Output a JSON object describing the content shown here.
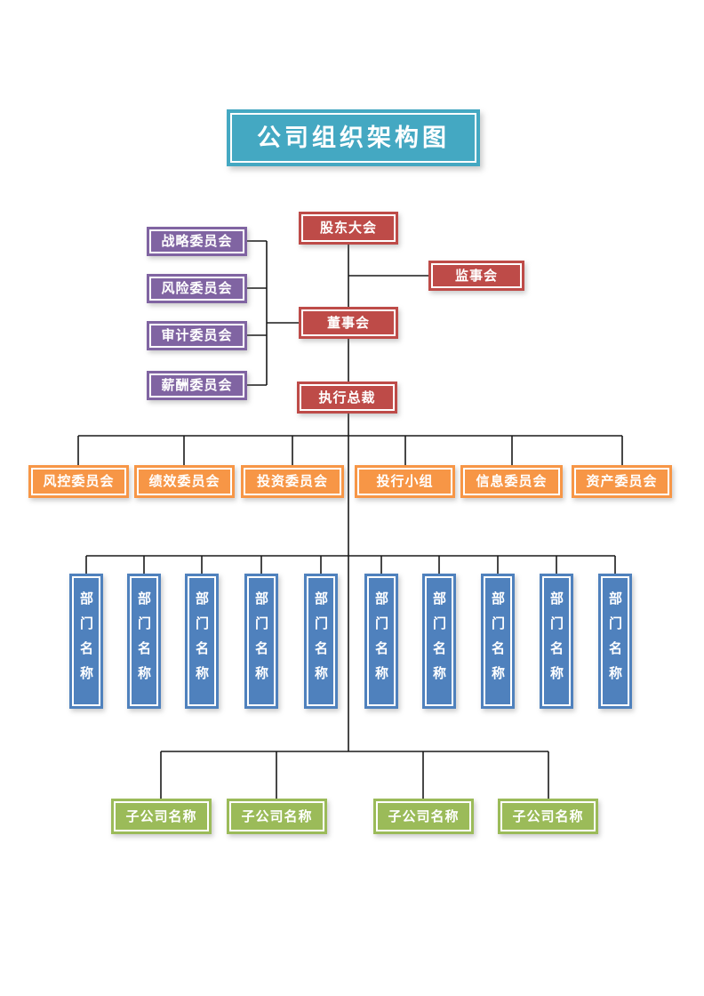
{
  "title": "公司组织架构图",
  "colors": {
    "title_bg": "#44A8C2",
    "red": "#BE4B48",
    "purple": "#8064A2",
    "orange": "#F79646",
    "blue": "#4F81BD",
    "green": "#9BBB59",
    "line": "#1A1A1A"
  },
  "governance": {
    "shareholders_meeting": "股东大会",
    "supervisory_board": "监事会",
    "board_of_directors": "董事会",
    "ceo": "执行总裁"
  },
  "board_committees": [
    {
      "label": "战略委员会"
    },
    {
      "label": "风险委员会"
    },
    {
      "label": "审计委员会"
    },
    {
      "label": "薪酬委员会"
    }
  ],
  "exec_committees": [
    {
      "label": "风控委员会"
    },
    {
      "label": "绩效委员会"
    },
    {
      "label": "投资委员会"
    },
    {
      "label": "投行小组"
    },
    {
      "label": "信息委员会"
    },
    {
      "label": "资产委员会"
    }
  ],
  "departments": [
    {
      "label": "部门名称"
    },
    {
      "label": "部门名称"
    },
    {
      "label": "部门名称"
    },
    {
      "label": "部门名称"
    },
    {
      "label": "部门名称"
    },
    {
      "label": "部门名称"
    },
    {
      "label": "部门名称"
    },
    {
      "label": "部门名称"
    },
    {
      "label": "部门名称"
    },
    {
      "label": "部门名称"
    }
  ],
  "subsidiaries": [
    {
      "label": "子公司名称"
    },
    {
      "label": "子公司名称"
    },
    {
      "label": "子公司名称"
    },
    {
      "label": "子公司名称"
    }
  ]
}
